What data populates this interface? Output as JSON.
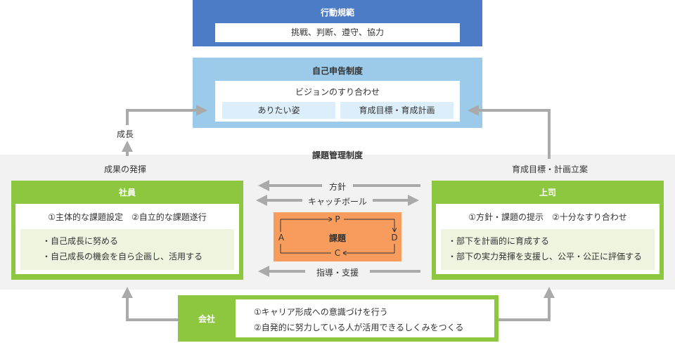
{
  "code_of_conduct": {
    "title": "行動規範",
    "content": "挑戦、判断、遵守、協力"
  },
  "self_report": {
    "title": "自己申告制度",
    "subtitle": "ビジョンのすり合わせ",
    "left": "ありたい姿",
    "right": "育成目標・育成計画"
  },
  "task_management": {
    "title": "課題管理制度",
    "growth": "成長",
    "left_caption": "成果の発揮",
    "right_caption": "育成目標・計画立案",
    "employee": {
      "title": "社員",
      "roles": "①主体的な課題設定　②自立的な課題遂行",
      "items": [
        "・自己成長に努める",
        "・自己成長の機会を自ら企画し、活用する"
      ]
    },
    "boss": {
      "title": "上司",
      "roles": "①方針・課題の提示　②十分なすり合わせ",
      "items": [
        "・部下を計画的に育成する",
        "・部下の実力発揮を支援し、公平・公正に評価する"
      ]
    },
    "policy": "方針",
    "catchball": "キャッチボール",
    "support": "指導・支援",
    "pdca": {
      "center": "課題",
      "p": "P",
      "d": "D",
      "c": "C",
      "a": "A"
    }
  },
  "company": {
    "title": "会社",
    "items": [
      "①キャリア形成への意識づけを行う",
      "②自発的に努力している人が活用できるしくみをつくる"
    ]
  },
  "colors": {
    "blue": "#4d7cc7",
    "light_blue": "#9ccaeb",
    "green": "#8dc63f",
    "orange": "#f79c5c",
    "arrow": "#aaaaaa"
  }
}
